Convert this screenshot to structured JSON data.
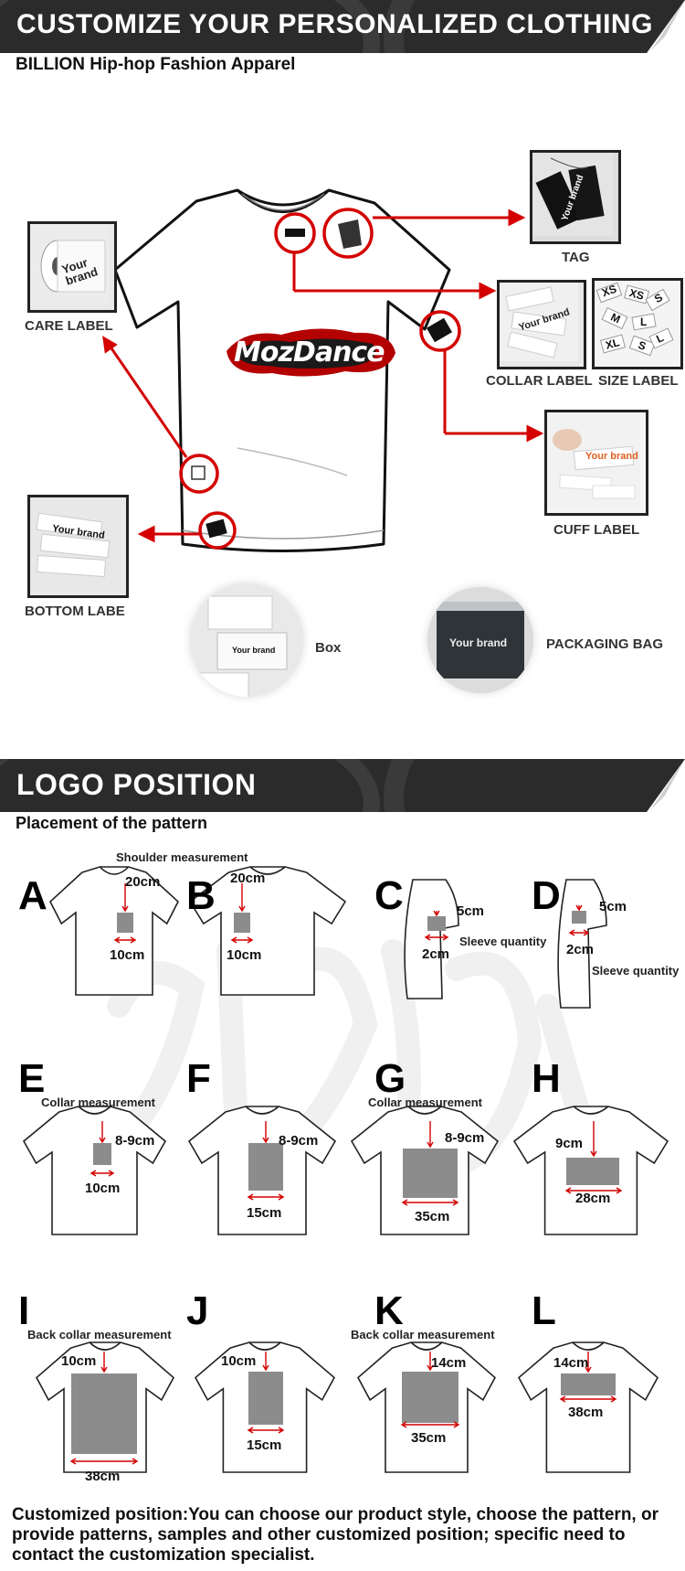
{
  "section1": {
    "title": "CUSTOMIZE YOUR PERSONALIZED CLOTHING",
    "subtitle": "BILLION Hip-hop Fashion Apparel",
    "print_text": "MozDance",
    "labels": {
      "care": "CARE LABEL",
      "tag": "TAG",
      "collar": "COLLAR LABEL",
      "size": "SIZE LABEL",
      "cuff": "CUFF LABEL",
      "bottom": "BOTTOM LABE",
      "box": "Box",
      "bag": "PACKAGING BAG"
    },
    "brand_text": "Your brand",
    "brand_short": "Your\nbrand",
    "size_letters": [
      "XS",
      "XS",
      "S",
      "M",
      "L",
      "XL",
      "S",
      "L"
    ]
  },
  "section2": {
    "title": "LOGO POSITION",
    "subtitle": "Placement of the pattern",
    "items": [
      {
        "letter": "A",
        "caption": "Shoulder measurement",
        "top": "20cm",
        "width": "10cm"
      },
      {
        "letter": "B",
        "caption": "",
        "top": "20cm",
        "width": "10cm"
      },
      {
        "letter": "C",
        "caption": "Sleeve quantity",
        "top": "5cm",
        "width": "2cm"
      },
      {
        "letter": "D",
        "caption": "Sleeve quantity",
        "top": "5cm",
        "width": "2cm"
      },
      {
        "letter": "E",
        "caption": "Collar measurement",
        "top": "8-9cm",
        "width": "10cm"
      },
      {
        "letter": "F",
        "caption": "",
        "top": "8-9cm",
        "width": "15cm"
      },
      {
        "letter": "G",
        "caption": "Collar measurement",
        "top": "8-9cm",
        "width": "35cm"
      },
      {
        "letter": "H",
        "caption": "",
        "top": "9cm",
        "width": "28cm"
      },
      {
        "letter": "I",
        "caption": "Back collar measurement",
        "top": "10cm",
        "width": "38cm"
      },
      {
        "letter": "J",
        "caption": "",
        "top": "10cm",
        "width": "15cm"
      },
      {
        "letter": "K",
        "caption": "Back collar measurement",
        "top": "14cm",
        "width": "35cm"
      },
      {
        "letter": "L",
        "caption": "",
        "top": "14cm",
        "width": "38cm"
      }
    ]
  },
  "footer": {
    "text": "Customized position:You can choose our product style, choose the pattern, or provide patterns, samples and other customized position; specific need to contact the customization specialist."
  },
  "colors": {
    "accent_red": "#d40000",
    "banner_dark": "#2b2b2b",
    "placement_gray": "#8c8c8c"
  }
}
